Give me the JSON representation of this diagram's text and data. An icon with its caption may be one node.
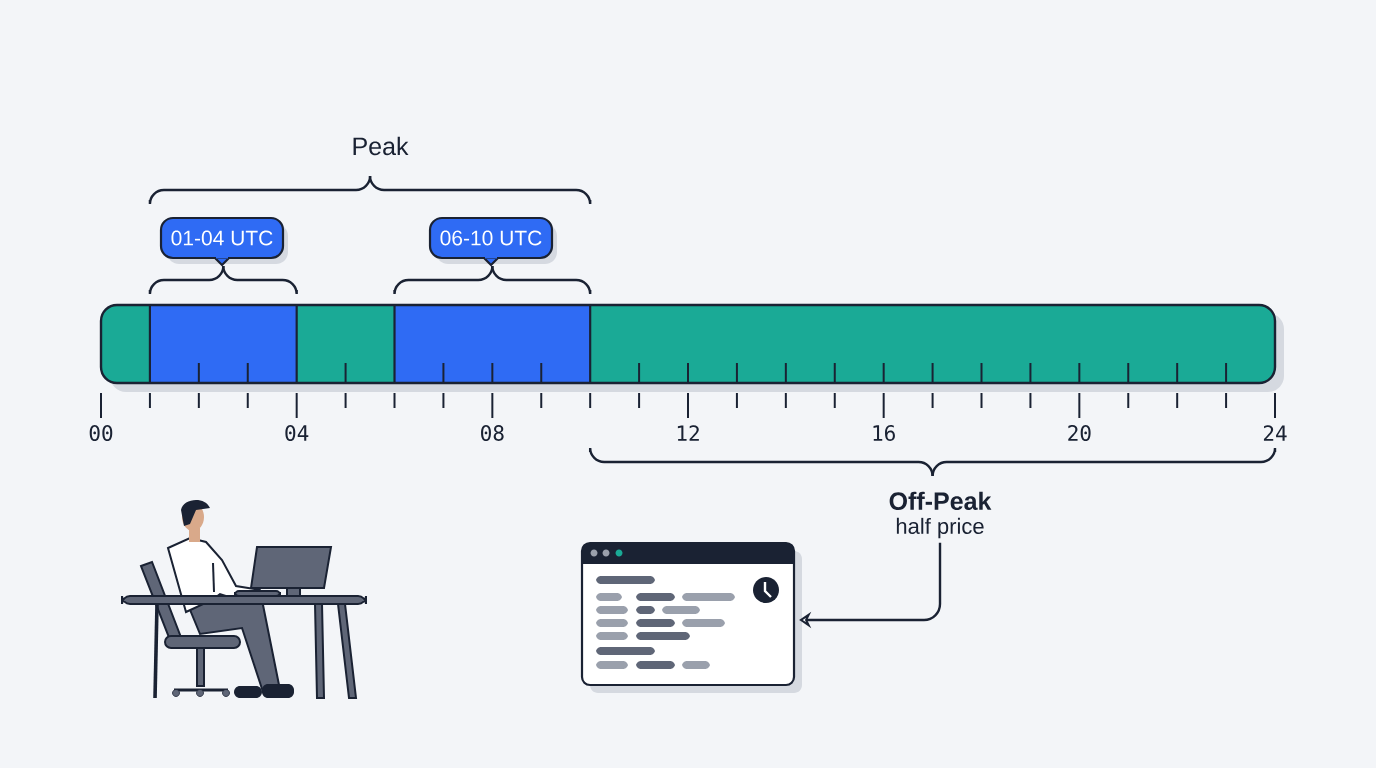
{
  "diagram": {
    "nodes": [
      {
        "text": [
          "01-04 UTC"
        ]
      },
      {
        "text": [
          "06-10 UTC"
        ]
      },
      {
        "text": [
          "Off-Peak",
          "half price"
        ]
      },
      {
        "text": [],
        "shape": "picture"
      }
    ],
    "edges": [
      {
        "from": 2,
        "to": 3,
        "arrow": "to"
      }
    ],
    "labels": [
      "Peak",
      "00",
      "04",
      "08",
      "12",
      "16",
      "20",
      "24"
    ]
  }
}
